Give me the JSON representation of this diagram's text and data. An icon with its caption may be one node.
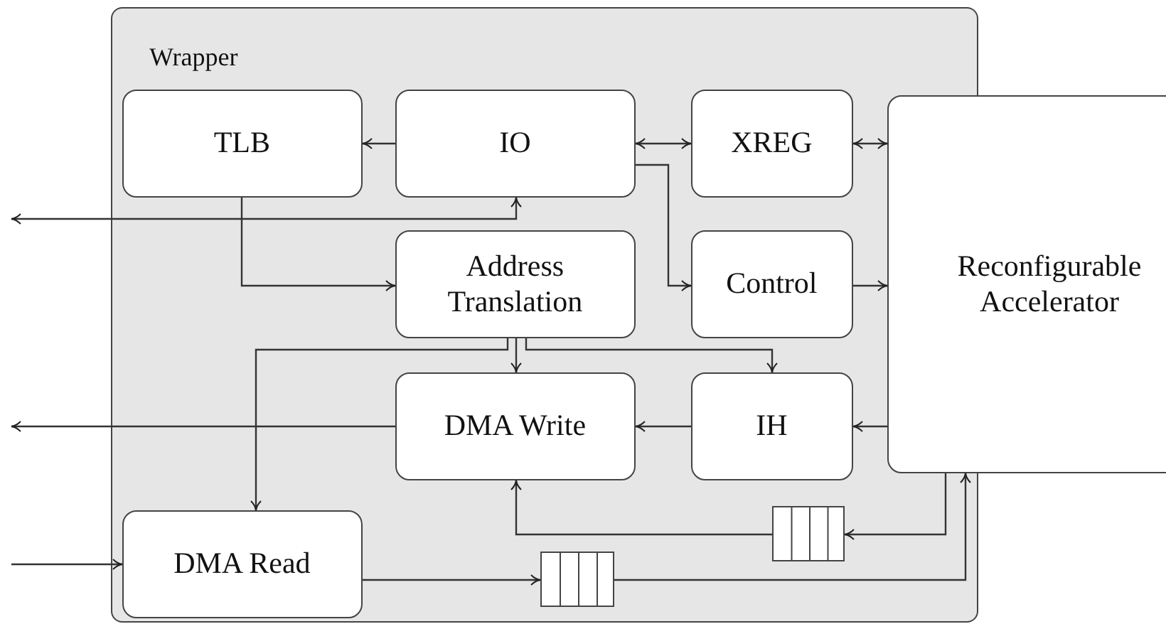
{
  "diagram": {
    "nodes": [
      {
        "text": [
          "Wrapper"
        ]
      },
      {
        "text": [
          "TLB"
        ],
        "in": 0
      },
      {
        "text": [
          "IO"
        ],
        "in": 0
      },
      {
        "text": [
          "XREG"
        ],
        "in": 0
      },
      {
        "text": [
          "Reconfigurable Accelerator"
        ]
      },
      {
        "text": [
          "Address Translation"
        ],
        "in": 0
      },
      {
        "text": [
          "Control"
        ],
        "in": 0
      },
      {
        "text": [
          "DMA Write"
        ],
        "in": 0
      },
      {
        "text": [
          "IH"
        ],
        "in": 0
      },
      {
        "text": [
          "DMA Read"
        ],
        "in": 0
      },
      {
        "text": [],
        "shape": "box",
        "in": 0
      },
      {
        "text": [],
        "shape": "box",
        "in": 0
      }
    ],
    "edges": [
      {
        "from": 2,
        "to": 1,
        "arrow": "to"
      },
      {
        "from": 2,
        "to": 3,
        "arrow": "both"
      },
      {
        "from": 3,
        "to": 4,
        "arrow": "both"
      },
      {
        "from": null,
        "to": 2,
        "arrow": "both"
      },
      {
        "from": 2,
        "to": 6,
        "arrow": "to"
      },
      {
        "from": 1,
        "to": 5,
        "arrow": "to"
      },
      {
        "from": 6,
        "to": 4,
        "arrow": "to"
      },
      {
        "from": 5,
        "to": 7,
        "arrow": "to"
      },
      {
        "from": 5,
        "to": 8,
        "arrow": "to"
      },
      {
        "from": 5,
        "to": 9,
        "arrow": "to"
      },
      {
        "from": 7,
        "to": null,
        "arrow": "to"
      },
      {
        "from": 8,
        "to": 7,
        "arrow": "to"
      },
      {
        "from": 4,
        "to": 8,
        "arrow": "to"
      },
      {
        "from": 4,
        "to": 10,
        "arrow": "to"
      },
      {
        "from": 10,
        "to": 7,
        "arrow": "to"
      },
      {
        "from": null,
        "to": 9,
        "arrow": "to"
      },
      {
        "from": 9,
        "to": 11,
        "arrow": "to"
      },
      {
        "from": 11,
        "to": 4,
        "arrow": "to"
      }
    ]
  }
}
